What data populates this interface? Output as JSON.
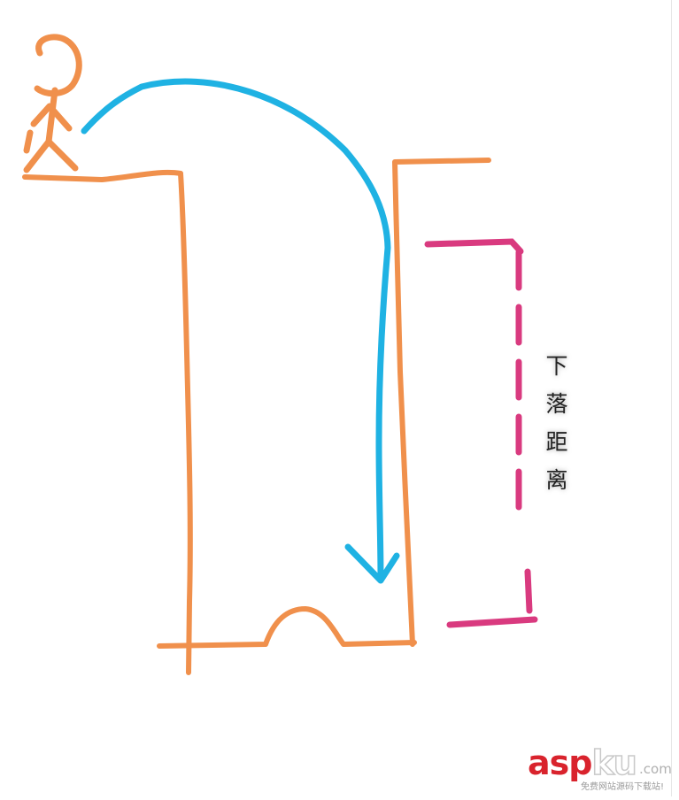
{
  "diagram": {
    "label_chars": [
      "下",
      "落",
      "距",
      "离"
    ],
    "colors": {
      "terrain": "#f0904c",
      "person": "#f0904c",
      "trajectory": "#1fb2e3",
      "measure": "#d93a7f"
    }
  },
  "watermark": {
    "brand_asp": "asp",
    "brand_ku": "ku",
    "brand_tld": ".com",
    "tagline": "免费网站源码下载站!"
  }
}
